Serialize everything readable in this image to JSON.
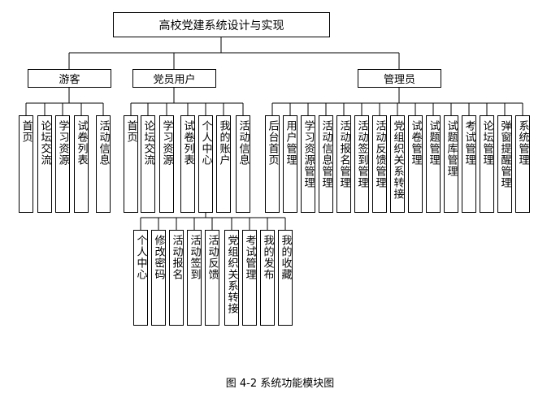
{
  "root": "高校党建系统设计与实现",
  "caption": "图 4-2  系统功能模块图",
  "groups": [
    {
      "label": "游客",
      "children": [
        "首页",
        "论坛交流",
        "学习资源",
        "试卷列表",
        "活动信息"
      ]
    },
    {
      "label": "党员用户",
      "children": [
        "首页",
        "论坛交流",
        "学习资源",
        "试卷列表",
        "个人中心",
        "我的账户",
        "活动信息"
      ],
      "sub_parent": "个人中心",
      "sub_children": [
        "个人中心",
        "修改密码",
        "活动报名",
        "活动签到",
        "活动反馈",
        "党组织关系转接",
        "考试管理",
        "我的发布",
        "我的收藏"
      ]
    },
    {
      "label": "管理员",
      "children": [
        "后台首页",
        "用户管理",
        "学习资源管理",
        "活动信息管理",
        "活动报名管理",
        "活动签到管理",
        "活动反馈管理",
        "党组织关系转接",
        "试卷管理",
        "试题管理",
        "试题库管理",
        "考试管理",
        "论坛管理",
        "弹窗提醒管理",
        "系统管理"
      ]
    }
  ]
}
